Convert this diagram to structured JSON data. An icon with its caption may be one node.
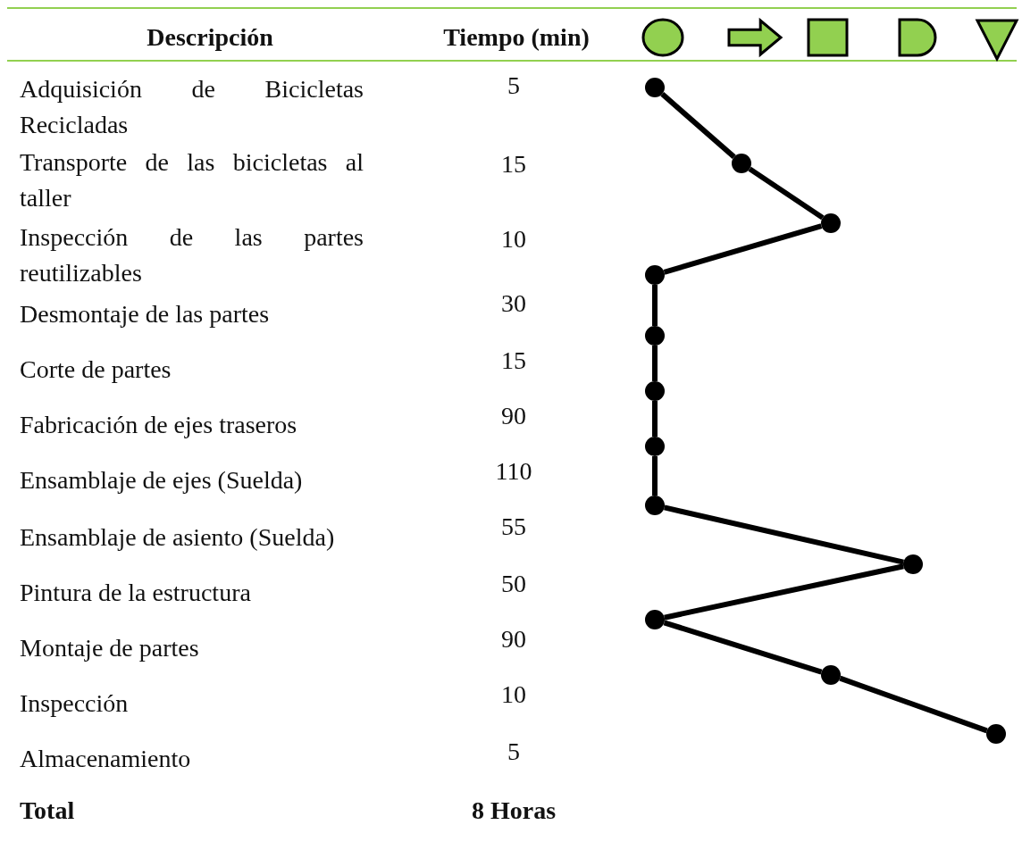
{
  "diagram": {
    "nodes": [
      {
        "text": [],
        "shape": "circle"
      },
      {
        "text": [],
        "shape": "arrow"
      },
      {
        "text": [],
        "shape": "box"
      },
      {
        "text": [],
        "shape": "semicircle"
      },
      {
        "text": [],
        "shape": "triangle"
      },
      {
        "text": [],
        "shape": "dot"
      },
      {
        "text": [],
        "shape": "dot"
      },
      {
        "text": [],
        "shape": "dot"
      },
      {
        "text": [],
        "shape": "dot"
      },
      {
        "text": [],
        "shape": "dot"
      },
      {
        "text": [],
        "shape": "dot"
      },
      {
        "text": [],
        "shape": "dot"
      },
      {
        "text": [],
        "shape": "dot"
      },
      {
        "text": [],
        "shape": "dot"
      },
      {
        "text": [],
        "shape": "dot"
      },
      {
        "text": [],
        "shape": "dot"
      },
      {
        "text": [],
        "shape": "dot"
      }
    ],
    "edges": [
      {
        "from": 5,
        "to": 6,
        "arrow": "none"
      },
      {
        "from": 6,
        "to": 7,
        "arrow": "none"
      },
      {
        "from": 7,
        "to": 8,
        "arrow": "none"
      },
      {
        "from": 8,
        "to": 9,
        "arrow": "none"
      },
      {
        "from": 9,
        "to": 10,
        "arrow": "none"
      },
      {
        "from": 10,
        "to": 11,
        "arrow": "none"
      },
      {
        "from": 11,
        "to": 12,
        "arrow": "none"
      },
      {
        "from": 12,
        "to": 13,
        "arrow": "none"
      },
      {
        "from": 13,
        "to": 14,
        "arrow": "none"
      },
      {
        "from": 14,
        "to": 15,
        "arrow": "none"
      },
      {
        "from": 15,
        "to": 16,
        "arrow": "none"
      }
    ],
    "labels": [
      "Descripción",
      "Tiempo (min)",
      "Adquisición de Bicicletas Recicladas",
      "5",
      "Transporte de las bicicletas al taller",
      "15",
      "Inspección de las partes reutilizables",
      "10",
      "Desmontaje de las partes",
      "30",
      "Corte de partes",
      "15",
      "Fabricación de ejes traseros",
      "90",
      "Ensamblaje de ejes (Suelda)",
      "110",
      "Ensamblaje de asiento (Suelda)",
      "55",
      "Pintura de la estructura",
      "50",
      "Montaje de partes",
      "90",
      "Inspección",
      "10",
      "Almacenamiento",
      "5",
      "Total",
      "8 Horas"
    ]
  }
}
